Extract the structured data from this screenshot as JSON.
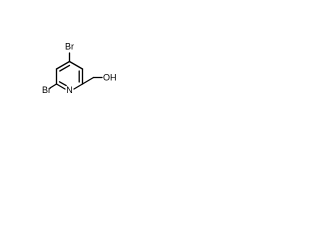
{
  "structure": {
    "atoms": {
      "br_top": "Br",
      "br_left": "Br",
      "n_ring": "N",
      "oh": "OH"
    }
  },
  "colors": {
    "background": "#ffffff",
    "ink": "#000000"
  }
}
